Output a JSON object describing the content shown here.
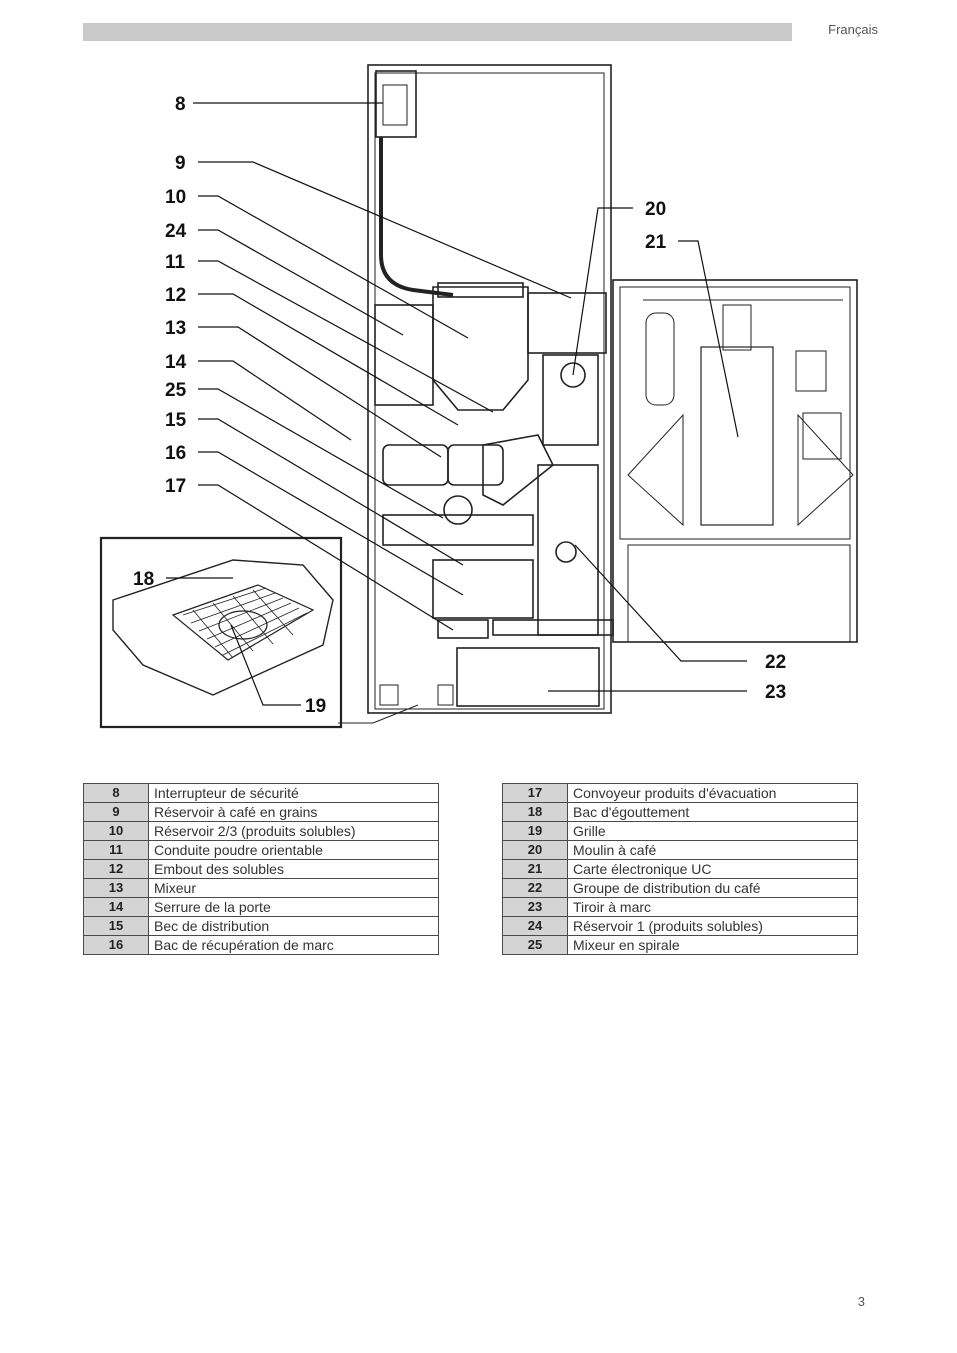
{
  "header": {
    "language": "Français"
  },
  "footer": {
    "page_number": "3"
  },
  "figure": {
    "callouts": [
      {
        "id": "8",
        "label": "8"
      },
      {
        "id": "9",
        "label": "9"
      },
      {
        "id": "10",
        "label": "10"
      },
      {
        "id": "24",
        "label": "24"
      },
      {
        "id": "11",
        "label": "11"
      },
      {
        "id": "12",
        "label": "12"
      },
      {
        "id": "13",
        "label": "13"
      },
      {
        "id": "14",
        "label": "14"
      },
      {
        "id": "25",
        "label": "25"
      },
      {
        "id": "15",
        "label": "15"
      },
      {
        "id": "16",
        "label": "16"
      },
      {
        "id": "17",
        "label": "17"
      },
      {
        "id": "18",
        "label": "18"
      },
      {
        "id": "19",
        "label": "19"
      },
      {
        "id": "20",
        "label": "20"
      },
      {
        "id": "21",
        "label": "21"
      },
      {
        "id": "22",
        "label": "22"
      },
      {
        "id": "23",
        "label": "23"
      }
    ]
  },
  "legend_left": [
    {
      "num": "8",
      "label": "Interrupteur de sécurité"
    },
    {
      "num": "9",
      "label": "Réservoir à café en grains"
    },
    {
      "num": "10",
      "label": "Réservoir 2/3 (produits solubles)"
    },
    {
      "num": "11",
      "label": "Conduite poudre orientable"
    },
    {
      "num": "12",
      "label": "Embout des solubles"
    },
    {
      "num": "13",
      "label": "Mixeur"
    },
    {
      "num": "14",
      "label": "Serrure de la porte"
    },
    {
      "num": "15",
      "label": "Bec de distribution"
    },
    {
      "num": "16",
      "label": "Bac de récupération de marc"
    }
  ],
  "legend_right": [
    {
      "num": "17",
      "label": "Convoyeur produits d'évacuation"
    },
    {
      "num": "18",
      "label": "Bac d'égouttement"
    },
    {
      "num": "19",
      "label": "Grille"
    },
    {
      "num": "20",
      "label": "Moulin à café"
    },
    {
      "num": "21",
      "label": "Carte électronique UC"
    },
    {
      "num": "22",
      "label": "Groupe de distribution du café"
    },
    {
      "num": "23",
      "label": "Tiroir à marc"
    },
    {
      "num": "24",
      "label": "Réservoir 1 (produits solubles)"
    },
    {
      "num": "25",
      "label": "Mixeur en spirale"
    }
  ]
}
